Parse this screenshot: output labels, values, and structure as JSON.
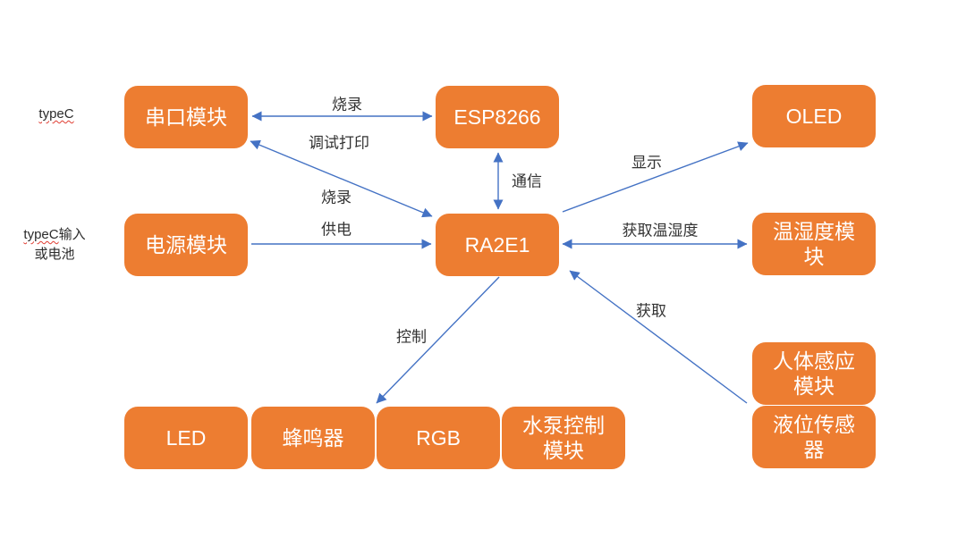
{
  "diagram": {
    "title": "RA2E1 embedded system block diagram",
    "colors": {
      "node_fill": "#ED7D31",
      "node_text": "#ffffff",
      "arrow": "#4472C4",
      "label_text": "#333333",
      "spellcheck_underline": "#e03c31",
      "background": "#ffffff"
    }
  },
  "nodes": {
    "serial": {
      "label": "串口模块"
    },
    "esp8266": {
      "label": "ESP8266"
    },
    "oled": {
      "label": "OLED"
    },
    "power": {
      "label": "电源模块"
    },
    "ra2e1": {
      "label": "RA2E1"
    },
    "temp_humidity": {
      "label": "温湿度模块"
    },
    "led": {
      "label": "LED"
    },
    "buzzer": {
      "label": "蜂鸣器"
    },
    "rgb": {
      "label": "RGB"
    },
    "pump": {
      "label": "水泵控制模块"
    },
    "human_sensor": {
      "label": "人体感应模块"
    },
    "liquid_sensor": {
      "label": "液位传感器"
    }
  },
  "annotations": {
    "typec": "typeC",
    "typec_input_prefix": "typeC",
    "typec_input_suffix": "输入",
    "typec_input_line2": "或电池"
  },
  "edges": [
    {
      "id": "serial-esp8266",
      "from": "串口模块",
      "to": "ESP8266",
      "type": "bidirectional",
      "labels": [
        "烧录"
      ]
    },
    {
      "id": "serial-ra2e1",
      "from": "串口模块",
      "to": "RA2E1",
      "type": "bidirectional",
      "labels": [
        "调试打印",
        "烧录"
      ]
    },
    {
      "id": "esp8266-ra2e1",
      "from": "ESP8266",
      "to": "RA2E1",
      "type": "bidirectional",
      "labels": [
        "通信"
      ]
    },
    {
      "id": "power-ra2e1",
      "from": "电源模块",
      "to": "RA2E1",
      "type": "forward",
      "labels": [
        "供电"
      ]
    },
    {
      "id": "ra2e1-oled",
      "from": "RA2E1",
      "to": "OLED",
      "type": "forward",
      "labels": [
        "显示"
      ]
    },
    {
      "id": "ra2e1-temp",
      "from": "RA2E1",
      "to": "温湿度模块",
      "type": "bidirectional",
      "labels": [
        "获取温湿度"
      ]
    },
    {
      "id": "ra2e1-actuators",
      "from": "RA2E1",
      "to": "LED / 蜂鸣器 / RGB / 水泵控制模块",
      "type": "forward",
      "labels": [
        "控制"
      ]
    },
    {
      "id": "sensors-ra2e1",
      "from": "人体感应模块 / 液位传感器",
      "to": "RA2E1",
      "type": "forward",
      "labels": [
        "获取"
      ]
    }
  ]
}
